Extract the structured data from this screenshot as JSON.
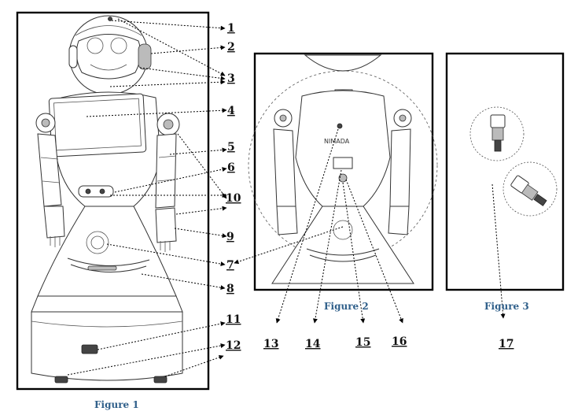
{
  "captions": {
    "figure1": "Figure 1",
    "figure2": "Figure 2",
    "figure3": "Figure 3"
  },
  "labels": [
    "1",
    "2",
    "3",
    "4",
    "5",
    "6",
    "7",
    "8",
    "9",
    "10",
    "11",
    "12",
    "13",
    "14",
    "15",
    "16",
    "17"
  ],
  "robot_back_logo": "NIMADA"
}
